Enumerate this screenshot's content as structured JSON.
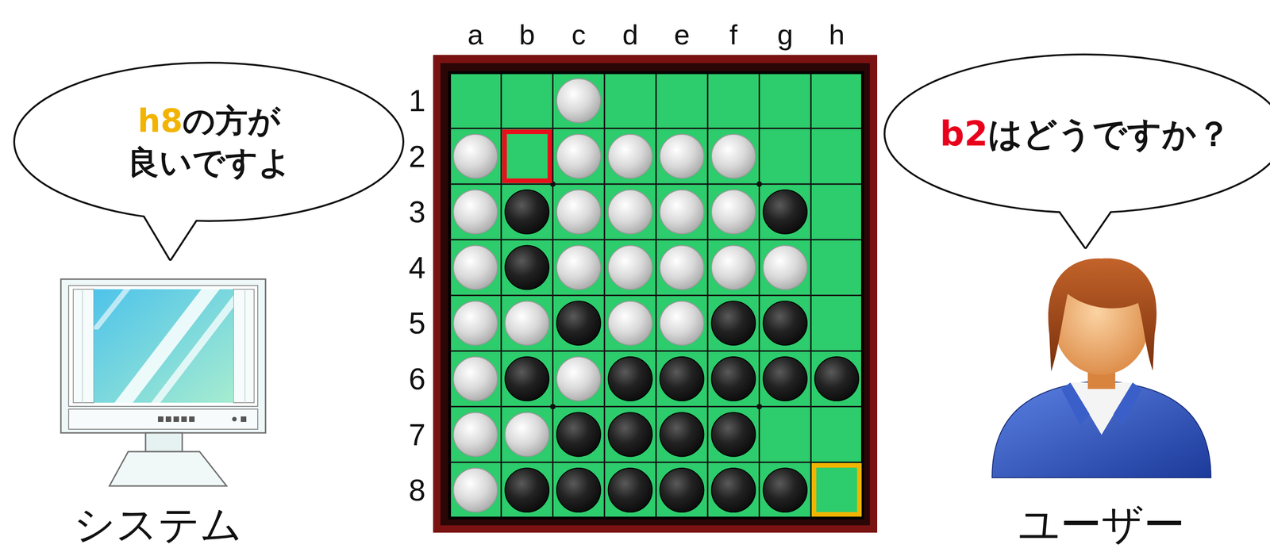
{
  "diagram": {
    "nodes": [
      {
        "text": [
          "h8の方が 良いですよ"
        ]
      },
      {
        "text": [
          "b2はどうですか？"
        ]
      }
    ],
    "labels": [
      "システム",
      "ユーザー",
      "a",
      "b",
      "c",
      "d",
      "e",
      "f",
      "g",
      "h",
      "1",
      "2",
      "3",
      "4",
      "5",
      "6",
      "7",
      "8"
    ]
  }
}
